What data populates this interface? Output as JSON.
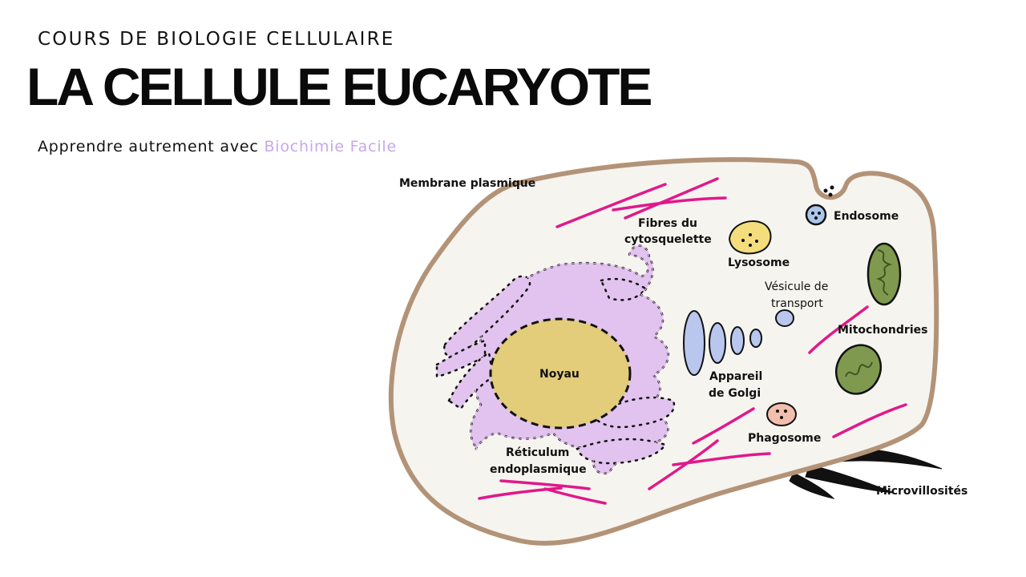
{
  "header": {
    "kicker": "COURS DE BIOLOGIE CELLULAIRE",
    "title": "LA CELLULE EUCARYOTE",
    "subtitle_prefix": "Apprendre autrement avec ",
    "subtitle_brand": "Biochimie Facile"
  },
  "colors": {
    "membrane": "#b39377",
    "cytoplasm": "#f6f4ef",
    "reticulum": "#e2c3ef",
    "nucleus": "#e3cc7a",
    "golgi": "#b9c6ee",
    "lysosome": "#f3dd7c",
    "endosome": "#a9c6ec",
    "phagosome": "#f2beae",
    "mitochondria": "#7f9a4f",
    "cytoskeleton": "#e0198b",
    "brand": "#caa7ea"
  },
  "labels": {
    "membrane": "Membrane plasmique",
    "cytoskeleton_1": "Fibres du",
    "cytoskeleton_2": "cytosquelette",
    "endosome": "Endosome",
    "lysosome": "Lysosome",
    "vesicle_1": "Vésicule de",
    "vesicle_2": "transport",
    "mitochondria": "Mitochondries",
    "nucleus": "Noyau",
    "golgi_1": "Appareil",
    "golgi_2": "de Golgi",
    "phagosome": "Phagosome",
    "reticulum_1": "Réticulum",
    "reticulum_2": "endoplasmique",
    "microvilli": "Microvillosités"
  }
}
